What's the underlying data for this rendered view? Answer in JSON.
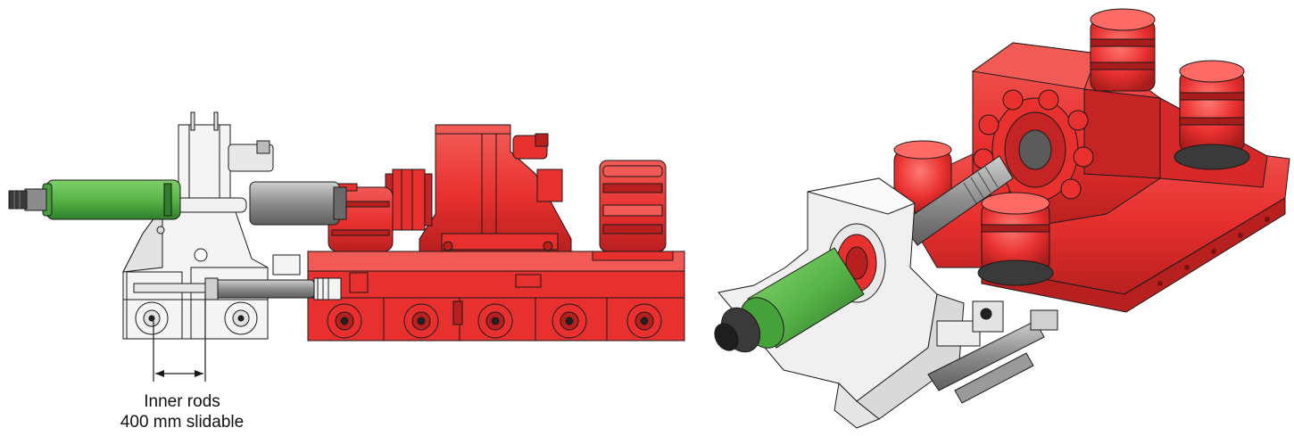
{
  "annotation": {
    "line1": "Inner rods",
    "line2": "400 mm slidable"
  },
  "colors": {
    "body_red": "#e8302f",
    "body_red_dark": "#b8201f",
    "body_red_light": "#f25a55",
    "green_tool": "#58b548",
    "green_dark": "#2f7f2b",
    "grey_frame": "#d9d9d9",
    "grey_shaft": "#8c8c8c",
    "dark_tip": "#3a3a3a",
    "outline": "#1a1a1a"
  },
  "views": [
    {
      "name": "side-view-drawing"
    },
    {
      "name": "isometric-view-drawing"
    }
  ]
}
